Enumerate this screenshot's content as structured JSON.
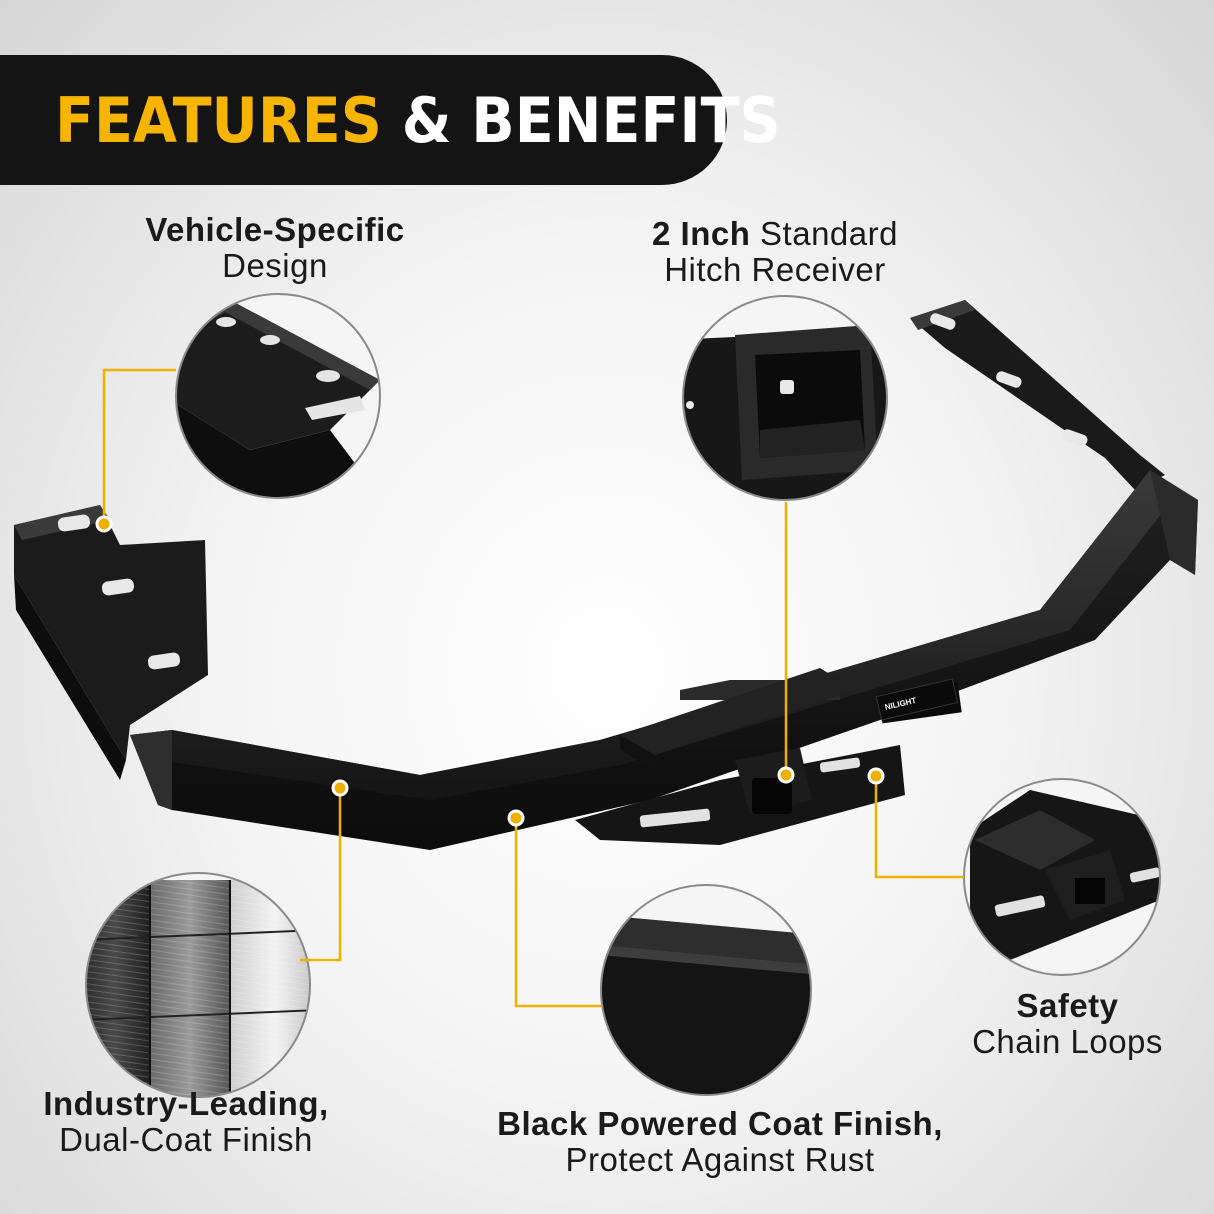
{
  "banner": {
    "highlight": "FEATURES",
    "rest": "& BENEFITS"
  },
  "features": {
    "vehicle_specific": {
      "bold": "Vehicle-Specific",
      "normal": "Design"
    },
    "receiver": {
      "bold": "2 Inch",
      "normal_inline": "Standard",
      "normal": "Hitch Receiver"
    },
    "safety": {
      "bold": "Safety",
      "normal": "Chain Loops"
    },
    "industry": {
      "bold": "Industry-Leading,",
      "normal": "Dual-Coat Finish"
    },
    "powder": {
      "bold": "Black Powered Coat Finish,",
      "normal": "Protect Against Rust"
    }
  },
  "product": {
    "brand": "NILIGHT"
  },
  "colors": {
    "accent": "#f7b500",
    "banner_bg": "#141414",
    "steel": "#1c1c1c"
  }
}
